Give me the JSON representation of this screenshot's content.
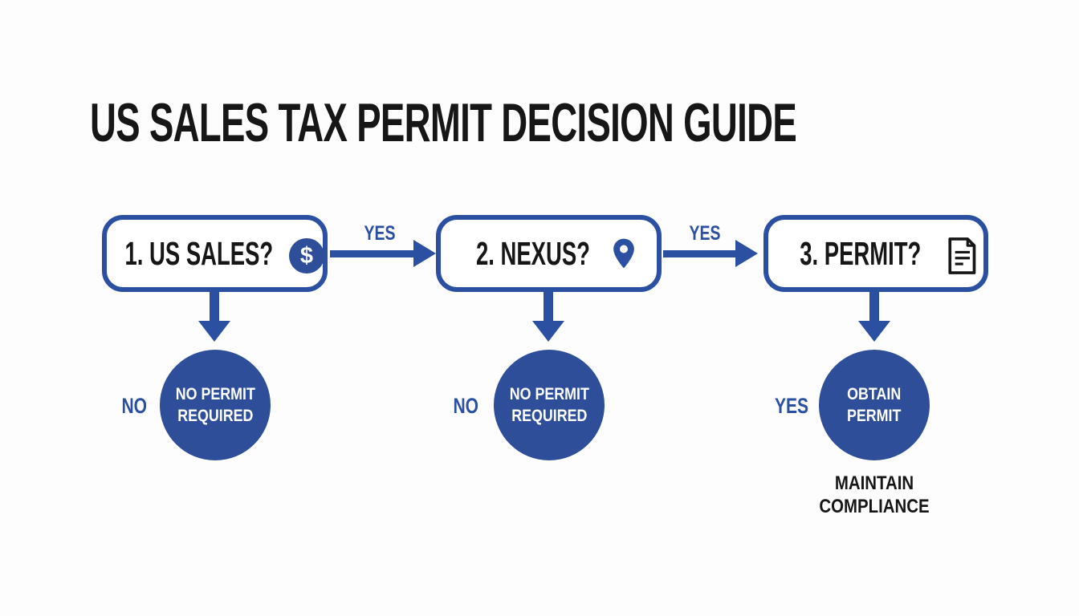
{
  "title": "US SALES TAX PERMIT DECISION GUIDE",
  "colors": {
    "accent_blue": "#2b4fa1",
    "node_fill": "#2e4e9a",
    "ink": "#161616",
    "background": "#fdfdfe"
  },
  "flow": {
    "steps": [
      {
        "label": "1. US SALES?",
        "icon": "dollar-icon"
      },
      {
        "label": "2. NEXUS?",
        "icon": "location-pin-icon"
      },
      {
        "label": "3. PERMIT?",
        "icon": "document-icon"
      }
    ],
    "dollar_symbol": "$",
    "connectors": [
      {
        "label": "YES"
      },
      {
        "label": "YES"
      }
    ],
    "branches": [
      {
        "label": "NO",
        "result_line1": "NO PERMIT",
        "result_line2": "REQUIRED"
      },
      {
        "label": "NO",
        "result_line1": "NO PERMIT",
        "result_line2": "REQUIRED"
      },
      {
        "label": "YES",
        "result_line1": "OBTAIN",
        "result_line2": "PERMIT",
        "footnote_line1": "MAINTAIN",
        "footnote_line2": "COMPLIANCE"
      }
    ]
  }
}
